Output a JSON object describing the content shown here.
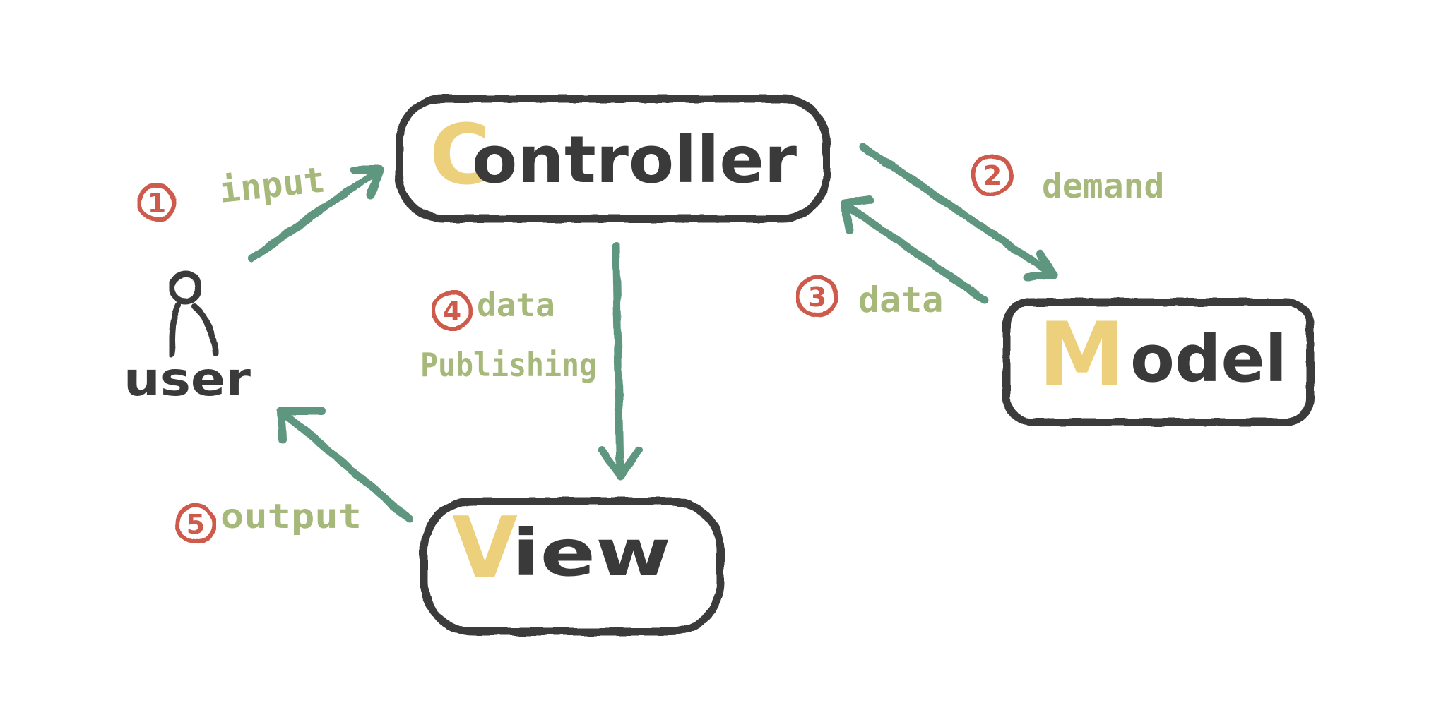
{
  "colors": {
    "box_stroke": "#3b3b3b",
    "arrow": "#5e9680",
    "label": "#a6b97a",
    "step_circle": "#cd5a4b",
    "initial_fill": "#ecd07c",
    "text": "#3a3a3a"
  },
  "nodes": {
    "controller": {
      "initial": "C",
      "rest": "ontroller"
    },
    "model": {
      "initial": "M",
      "rest": "odel"
    },
    "view": {
      "initial": "V",
      "rest": "iew"
    },
    "user": {
      "label": "user",
      "icon": "person-icon"
    }
  },
  "edges": [
    {
      "id": "input",
      "step": "1",
      "lines": [
        "input"
      ]
    },
    {
      "id": "demand",
      "step": "2",
      "lines": [
        "demand"
      ]
    },
    {
      "id": "data-return",
      "step": "3",
      "lines": [
        "data"
      ]
    },
    {
      "id": "data-publishing",
      "step": "4",
      "lines": [
        "data",
        "Publishing"
      ]
    },
    {
      "id": "output",
      "step": "5",
      "lines": [
        "output"
      ]
    }
  ]
}
